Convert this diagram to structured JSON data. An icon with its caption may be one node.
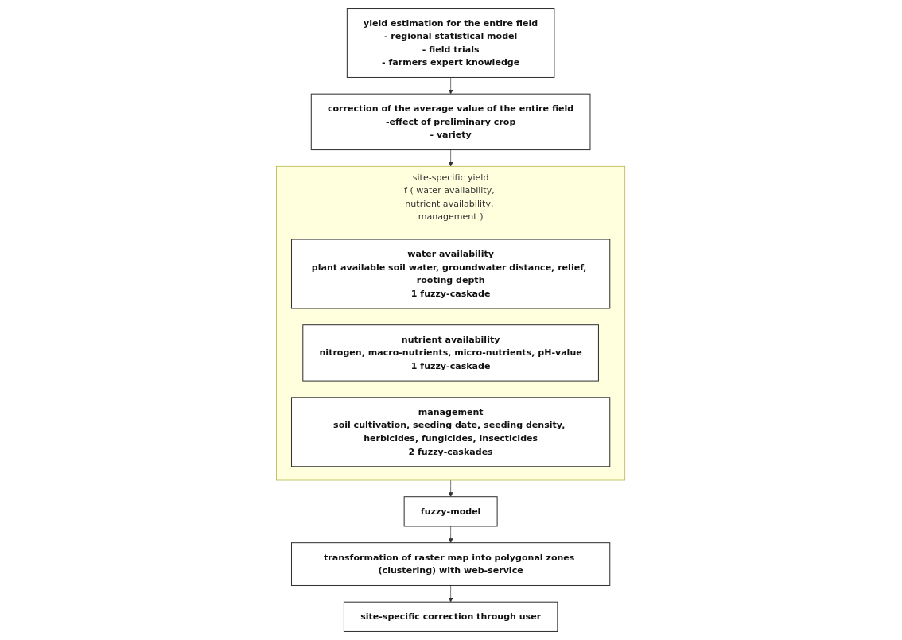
{
  "diagram": {
    "nodes": [
      {
        "text": [
          "yield estimation for the entire field",
          "- regional statistical model",
          "- field trials",
          "- farmers expert knowledge"
        ]
      },
      {
        "text": [
          "correction of the average value of the entire field",
          "-effect of preliminary crop",
          "- variety"
        ]
      },
      {
        "text": [
          "site-specific yield",
          "f ( water availability, nutrient availability, management )"
        ]
      },
      {
        "text": [
          "water availability",
          "plant available soil water, groundwater distance, relief, rooting depth",
          "1 fuzzy-caskade"
        ],
        "in": 2
      },
      {
        "text": [
          "nutrient availability",
          "nitrogen, macro-nutrients, micro-nutrients, pH-value",
          "1 fuzzy-caskade"
        ],
        "in": 2
      },
      {
        "text": [
          "management",
          "soil cultivation, seeding date, seeding density, herbicides, fungicides, insecticides",
          "2 fuzzy-caskades"
        ],
        "in": 2
      },
      {
        "text": [
          "fuzzy-model"
        ]
      },
      {
        "text": [
          "transformation of raster map into polygonal zones (clustering) with web-service"
        ]
      },
      {
        "text": [
          "site-specific correction through user"
        ]
      }
    ],
    "edges": [
      {
        "from": 0,
        "to": 1,
        "arrow": "to"
      },
      {
        "from": 1,
        "to": 2,
        "arrow": "to"
      },
      {
        "from": 2,
        "to": 6,
        "arrow": "to"
      },
      {
        "from": 6,
        "to": 7,
        "arrow": "to"
      },
      {
        "from": 7,
        "to": 8,
        "arrow": "to"
      }
    ]
  }
}
